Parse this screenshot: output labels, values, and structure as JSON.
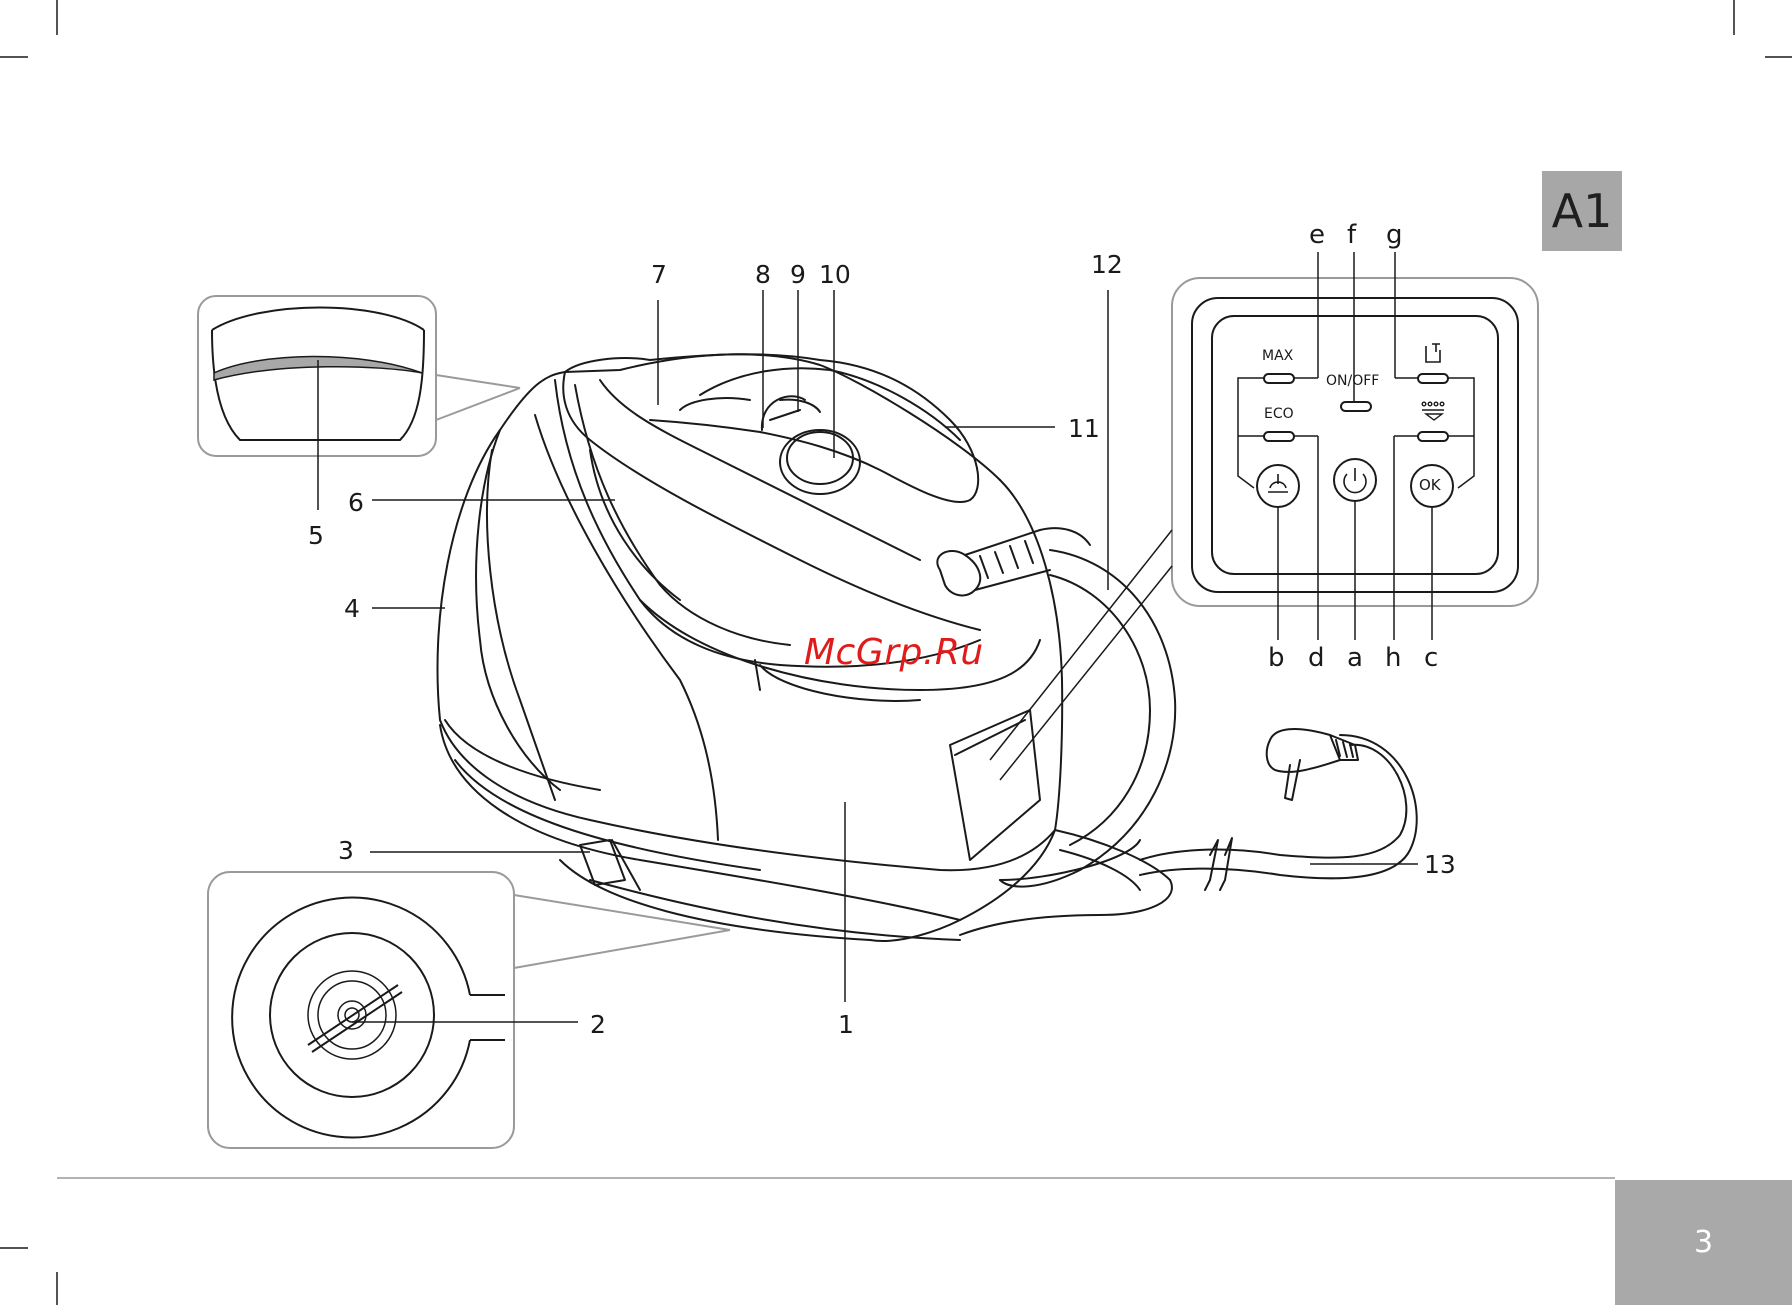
{
  "section_tag": "A1",
  "page_number": "3",
  "watermark": "McGrp.Ru",
  "callouts": {
    "n1": "1",
    "n2": "2",
    "n3": "3",
    "n4": "4",
    "n5": "5",
    "n6": "6",
    "n7": "7",
    "n8": "8",
    "n9": "9",
    "n10": "10",
    "n11": "11",
    "n12": "12",
    "n13": "13"
  },
  "panel_callouts": {
    "a": "a",
    "b": "b",
    "c": "c",
    "d": "d",
    "e": "e",
    "f": "f",
    "g": "g",
    "h": "h"
  },
  "panel_labels": {
    "max": "MAX",
    "eco": "ECO",
    "on_off": "ON/OFF",
    "ok": "OK"
  },
  "icons": {
    "steam_button": "steam-icon",
    "power_button": "power-icon",
    "ok_button": "ok-button",
    "refill": "water-tap-icon",
    "descale": "descale-icon"
  },
  "colors": {
    "line": "#1a1a1a",
    "callout_box": "#9a9a9a",
    "grey_block": "#a8a8a8",
    "watermark": "#e01b1b"
  }
}
